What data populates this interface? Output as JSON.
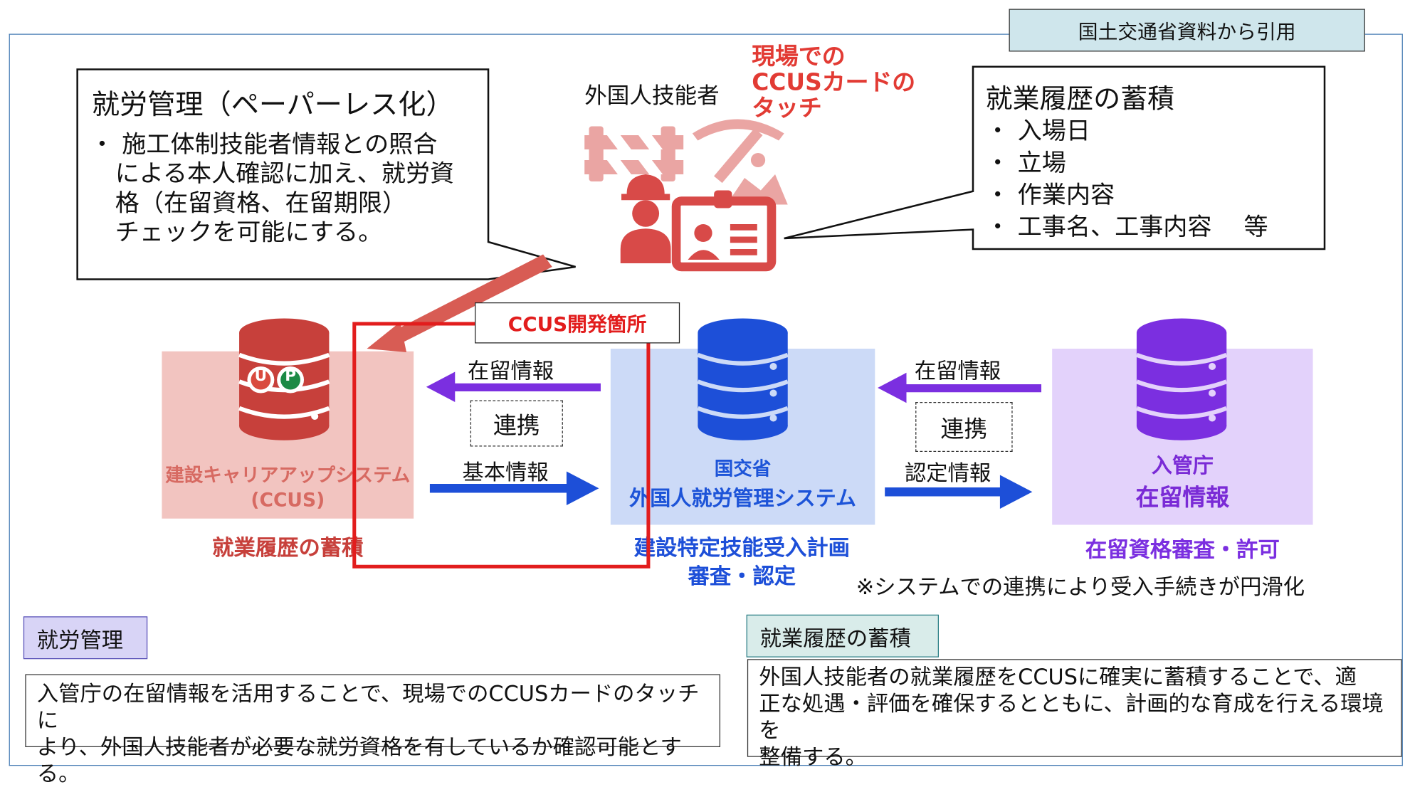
{
  "source_note": "国土交通省資料から引用",
  "callout_left": {
    "title": "就労管理（ペーパーレス化）",
    "lines": [
      "・ 施工体制技能者情報との照合",
      "による本人確認に加え、就労資",
      "格（在留資格、在留期限）",
      "チェックを可能にする。"
    ]
  },
  "callout_right": {
    "title": "就業履歴の蓄積",
    "items": [
      "・ 入場日",
      "・ 立場",
      "・ 作業内容",
      "・ 工事名、工事内容　 等"
    ]
  },
  "worker": {
    "label": "外国人技能者",
    "touch_lines": [
      "現場での",
      "CCUSカードの",
      "タッチ"
    ]
  },
  "dev_label": "CCUS開発箇所",
  "systems": {
    "ccus": {
      "name_lines": [
        "建設キャリアアップシステム",
        "(CCUS)"
      ],
      "role": "就業履歴の蓄積"
    },
    "mlit": {
      "name_lines": [
        "国交省",
        "外国人就労管理システム"
      ],
      "role_lines": [
        "建設特定技能受入計画",
        "審査・認定"
      ]
    },
    "immigration": {
      "name_lines": [
        "入管庁",
        "在留情報"
      ],
      "role": "在留資格審査・許可"
    }
  },
  "links": {
    "left": {
      "top_label": "在留情報",
      "box": "連携",
      "bottom_label": "基本情報"
    },
    "right": {
      "top_label": "在留情報",
      "box": "連携",
      "bottom_label": "認定情報"
    }
  },
  "note": "※システムでの連携により受入手続きが円滑化",
  "bottom_left": {
    "tag": "就労管理",
    "lines": [
      "入管庁の在留情報を活用することで、現場でのCCUSカードのタッチに",
      "より、外国人技能者が必要な就労資格を有しているか確認可能とする。"
    ]
  },
  "bottom_right": {
    "tag": "就業履歴の蓄積",
    "lines": [
      "外国人技能者の就業履歴をCCUSに確実に蓄積することで、適",
      "正な処遇・評価を確保するとともに、計画的な育成を行える環境を",
      "整備する。"
    ]
  },
  "logo": {
    "letters": [
      "U",
      "P"
    ]
  },
  "colors": {
    "ccus": "#c7403b",
    "mlit": "#1d4fd8",
    "immigration": "#7b2fe0",
    "worker": "#d84a48",
    "dev_frame": "#e21d1d"
  }
}
